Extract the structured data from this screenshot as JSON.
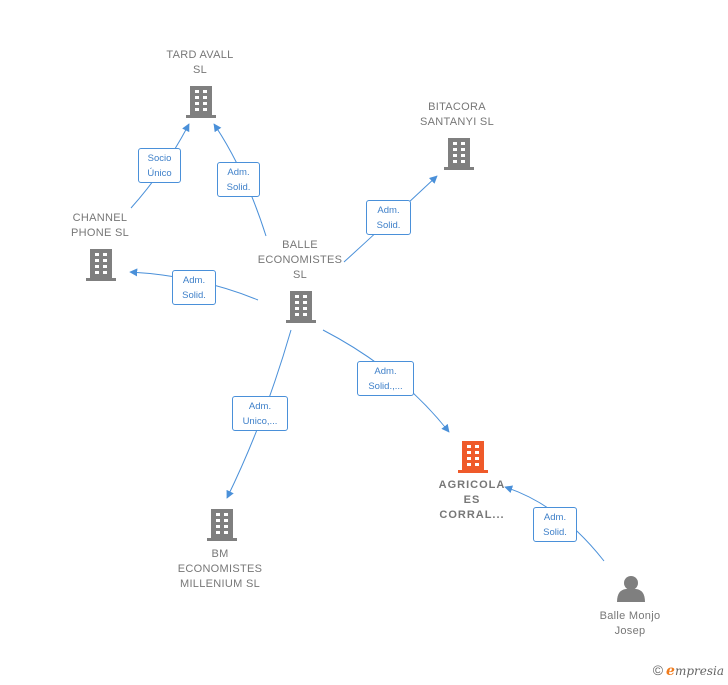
{
  "colors": {
    "node_gray": "#7f7f7f",
    "node_highlight": "#ef5a2a",
    "edge_blue": "#4a90d9",
    "label_gray": "#777777"
  },
  "nodes": {
    "tard_avall": {
      "label": "TARD AVALL\nSL",
      "icon": "building-icon"
    },
    "bitacora": {
      "label": "BITACORA\nSANTANYI  SL",
      "icon": "building-icon"
    },
    "channel": {
      "label": "CHANNEL\nPHONE  SL",
      "icon": "building-icon"
    },
    "balle_eco": {
      "label": "BALLE\nECONOMISTES\nSL",
      "icon": "building-icon"
    },
    "bm_eco": {
      "label": "BM\nECONOMISTES\nMILLENIUM  SL",
      "icon": "building-icon"
    },
    "agricola": {
      "label": "AGRICOLA\nES\nCORRAL...",
      "icon": "building-icon"
    },
    "person": {
      "label": "Balle Monjo\nJosep",
      "icon": "person-icon"
    }
  },
  "edges": {
    "channel_tard": "Socio\nÚnico",
    "balle_tard": "Adm.\nSolid.",
    "balle_bitacora": "Adm.\nSolid.",
    "balle_channel": "Adm.\nSolid.",
    "balle_agricola": "Adm.\nSolid.,...",
    "balle_bm": "Adm.\nUnico,...",
    "person_agricola": "Adm.\nSolid."
  },
  "footer": {
    "copyright": "©",
    "brand_e": "e",
    "brand_rest": "mpresia"
  }
}
